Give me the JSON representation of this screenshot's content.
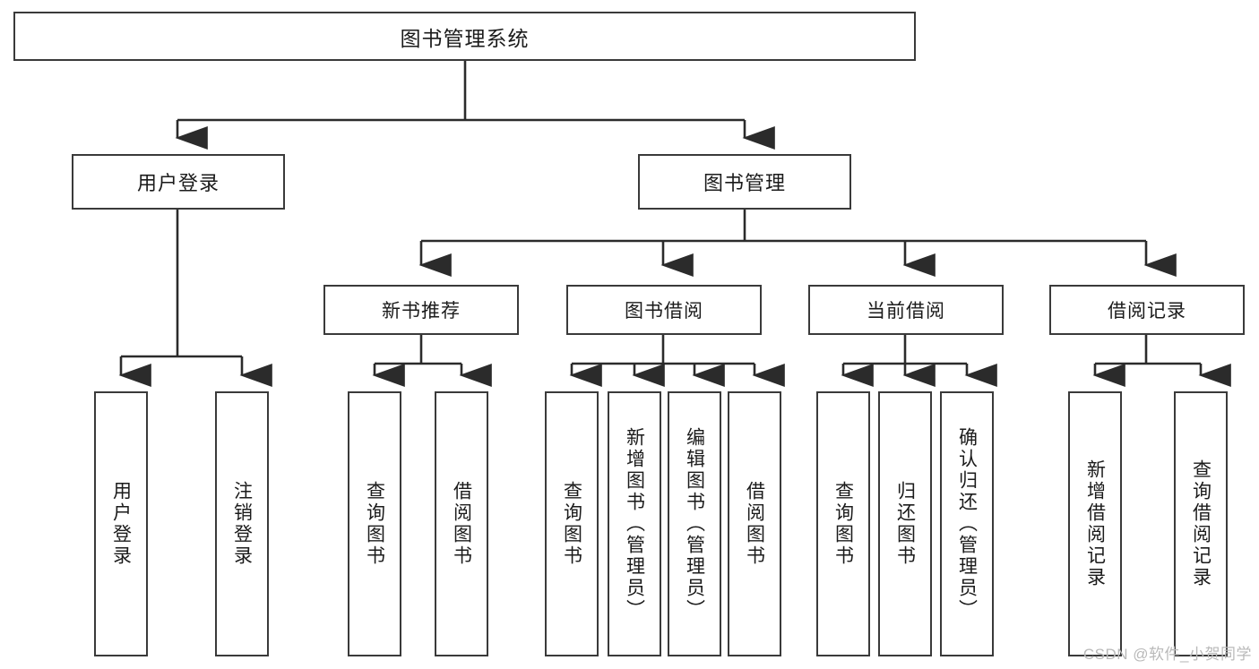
{
  "diagram": {
    "title": "图书管理系统",
    "type": "hierarchy-tree",
    "colors": {
      "box_border": "#3a3a3a",
      "box_fill": "#ffffff",
      "line": "#2b2b2b",
      "text": "#1b1b1b",
      "watermark": "#b9b9b9"
    },
    "root": {
      "label": "图书管理系统"
    },
    "level1": [
      {
        "label": "用户登录"
      },
      {
        "label": "图书管理"
      }
    ],
    "level2": [
      {
        "label": "新书推荐"
      },
      {
        "label": "图书借阅"
      },
      {
        "label": "当前借阅"
      },
      {
        "label": "借阅记录"
      }
    ],
    "leaves": {
      "user_login": [
        {
          "label": "用户登录"
        },
        {
          "label": "注销登录"
        }
      ],
      "new_book_recommend": [
        {
          "label": "查询图书"
        },
        {
          "label": "借阅图书"
        }
      ],
      "book_borrow": [
        {
          "label": "查询图书"
        },
        {
          "label": "新增图书（管理员）"
        },
        {
          "label": "编辑图书（管理员）"
        },
        {
          "label": "借阅图书"
        }
      ],
      "current_borrow": [
        {
          "label": "查询图书"
        },
        {
          "label": "归还图书"
        },
        {
          "label": "确认归还（管理员）"
        }
      ],
      "borrow_record": [
        {
          "label": "新增借阅记录"
        },
        {
          "label": "查询借阅记录"
        }
      ]
    }
  },
  "watermark": {
    "text": "CSDN @软件_小贺同学"
  }
}
